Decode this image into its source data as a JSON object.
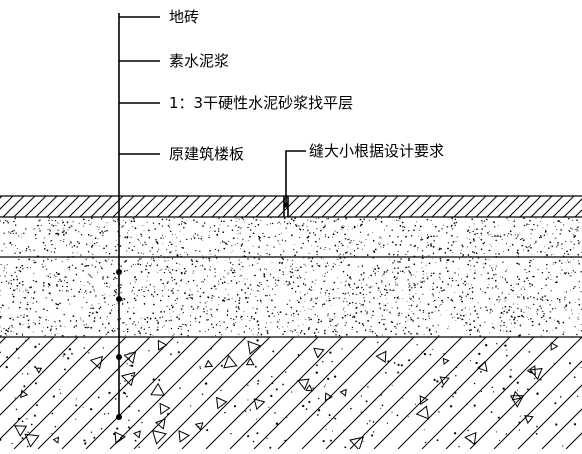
{
  "diagram": {
    "title": "",
    "labels": {
      "tile": "地砖",
      "cement_slurry": "素水泥浆",
      "mortar_bed": "1：3干硬性水泥砂浆找平层",
      "slab": "原建筑楼板",
      "joint": "缝大小根据设计要求"
    },
    "layers_top_to_bottom": [
      "地砖",
      "素水泥浆",
      "1：3干硬性水泥砂浆找平层",
      "原建筑楼板"
    ],
    "colors": {
      "line": "#000000",
      "background": "#ffffff"
    }
  }
}
